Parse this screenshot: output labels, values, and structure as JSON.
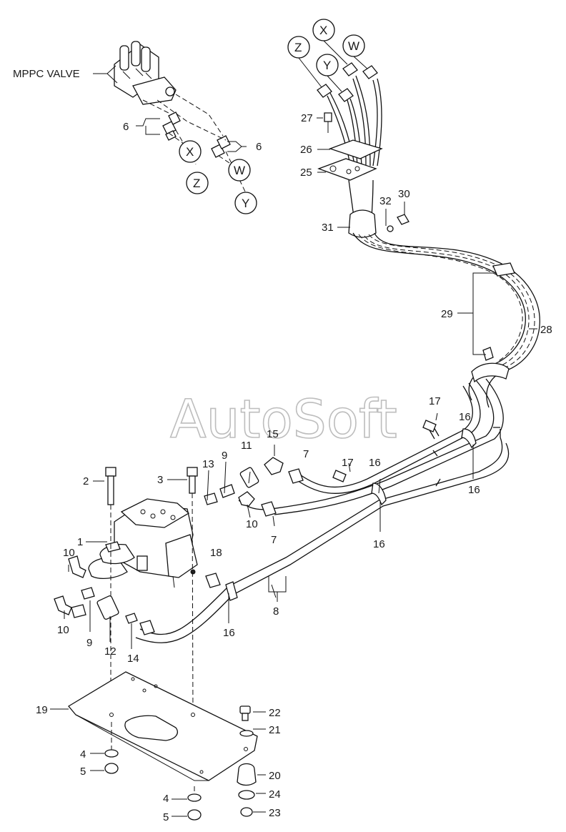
{
  "watermark": "AutoSoft",
  "callout_title": "MPPC VALVE",
  "port_letters": {
    "x": "X",
    "y": "Y",
    "z": "Z",
    "w": "W"
  },
  "part_numbers": {
    "p1": "1",
    "p2": "2",
    "p3": "3",
    "p4": "4",
    "p5": "5",
    "p6": "6",
    "p7": "7",
    "p8": "8",
    "p9": "9",
    "p10": "10",
    "p11": "11",
    "p12": "12",
    "p13": "13",
    "p14": "14",
    "p15": "15",
    "p16": "16",
    "p17": "17",
    "p18": "18",
    "p19": "19",
    "p20": "20",
    "p21": "21",
    "p22": "22",
    "p23": "23",
    "p24": "24",
    "p25": "25",
    "p26": "26",
    "p27": "27",
    "p28": "28",
    "p29": "29",
    "p30": "30",
    "p31": "31",
    "p32": "32"
  }
}
